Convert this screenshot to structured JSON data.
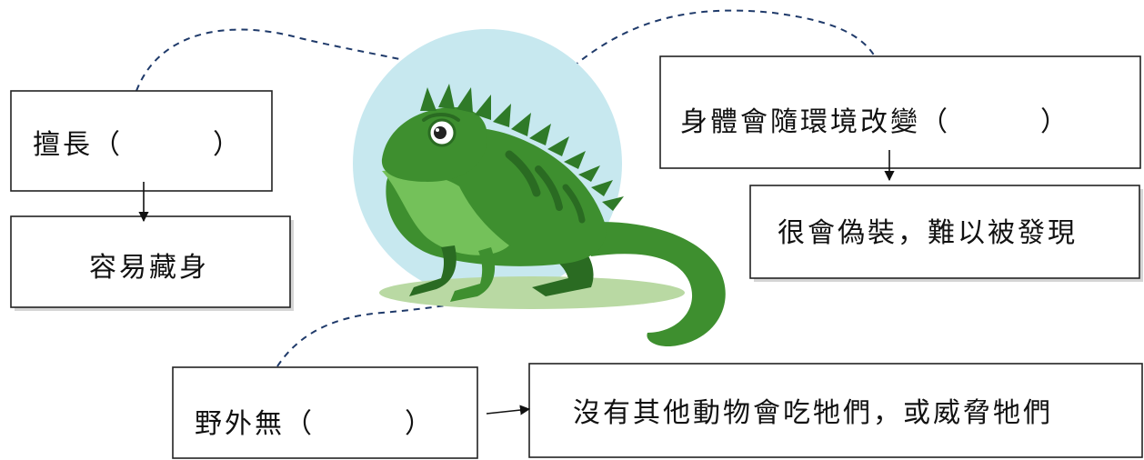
{
  "boxes": {
    "skill": "擅長（　　　）",
    "hide": "容易藏身",
    "change": "身體會隨環境改變（　　　）",
    "disguise": "很會偽裝，難以被發現",
    "predator": "野外無（　　　）",
    "no_enemy": "沒有其他動物會吃牠們，或威脅牠們"
  },
  "colors": {
    "ink": "#111111",
    "circle": "#c7e8ef",
    "shadow": "#b9d9a3",
    "body": "#3e8f2f",
    "body_dark": "#2a6b22",
    "belly": "#74c15a",
    "spines": "#2f7a28"
  },
  "icons": {
    "animal": "iguana-illustration"
  }
}
